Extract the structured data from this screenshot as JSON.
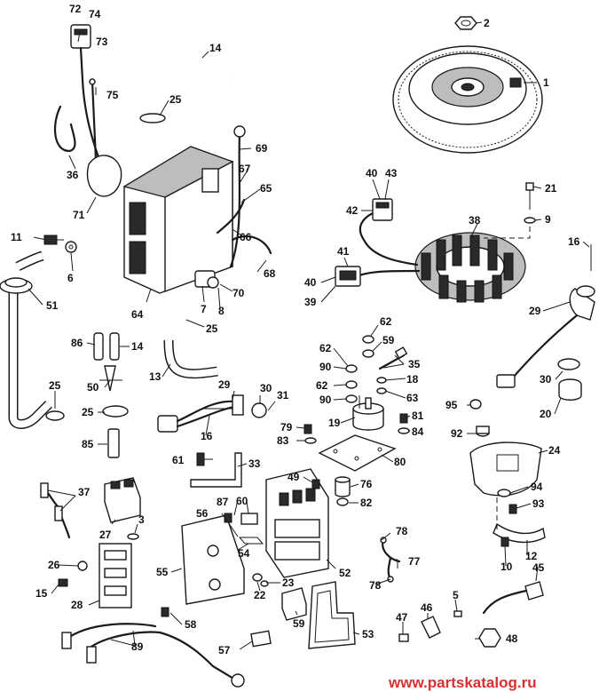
{
  "diagram": {
    "callouts": [
      "1",
      "2",
      "3",
      "5",
      "6",
      "7",
      "8",
      "9",
      "10",
      "11",
      "12",
      "13",
      "14",
      "15",
      "16",
      "18",
      "19",
      "20",
      "21",
      "22",
      "23",
      "24",
      "25",
      "26",
      "27",
      "28",
      "29",
      "30",
      "31",
      "33",
      "35",
      "36",
      "37",
      "38",
      "39",
      "40",
      "41",
      "42",
      "43",
      "45",
      "46",
      "47",
      "48",
      "49",
      "50",
      "51",
      "52",
      "53",
      "54",
      "55",
      "56",
      "57",
      "58",
      "59",
      "60",
      "61",
      "62",
      "63",
      "64",
      "65",
      "66",
      "67",
      "68",
      "69",
      "70",
      "71",
      "72",
      "73",
      "74",
      "75",
      "76",
      "77",
      "78",
      "79",
      "80",
      "81",
      "82",
      "83",
      "84",
      "85",
      "86",
      "87",
      "89",
      "90",
      "92",
      "93",
      "94",
      "95"
    ],
    "watermark": "www.partskatalog.ru"
  }
}
